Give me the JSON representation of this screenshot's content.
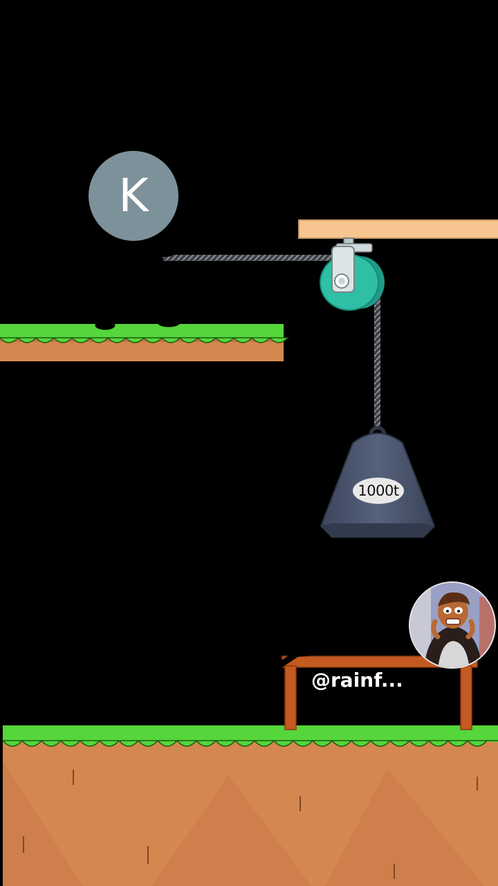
{
  "player": {
    "initial": "K"
  },
  "weight": {
    "label": "1000t"
  },
  "creator": {
    "handle": "@rainf..."
  },
  "colors": {
    "grass": "#55d63a",
    "dirt": "#d4874f",
    "plank": "#f7c690",
    "pulley": "#2ebfa5",
    "weight": "#4a5670",
    "table": "#c45a21",
    "avatar": "#7d919a"
  },
  "icons": {
    "pulley": "pulley-icon",
    "weight": "weight-icon",
    "stickman": "stickman-icon"
  }
}
